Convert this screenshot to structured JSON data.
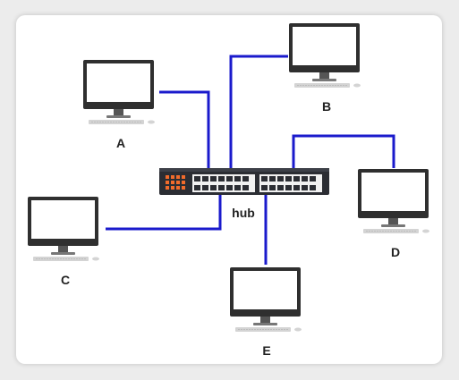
{
  "hub": {
    "label": "hub"
  },
  "computers": [
    {
      "id": "A",
      "label": "A"
    },
    {
      "id": "B",
      "label": "B"
    },
    {
      "id": "C",
      "label": "C"
    },
    {
      "id": "D",
      "label": "D"
    },
    {
      "id": "E",
      "label": "E"
    }
  ],
  "colors": {
    "link": "#1a1acc",
    "hub_body": "#2b2d33",
    "hub_ports": "#f1f1f1",
    "hub_leds": "#f26b2b",
    "monitor_frame": "#2f2f2f",
    "monitor_screen": "#ffffff",
    "keyboard": "#d4d4d4"
  }
}
